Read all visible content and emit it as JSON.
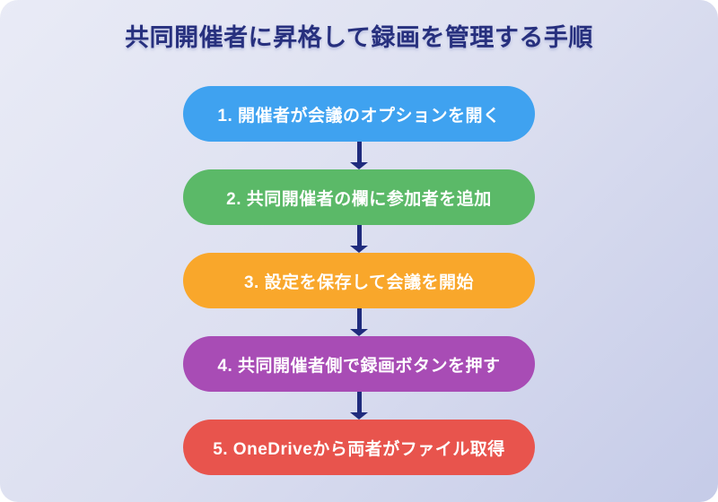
{
  "title": "共同開催者に昇格して録画を管理する手順",
  "colors": {
    "background_start": "#e9ebf6",
    "background_mid": "#dcdff0",
    "background_end": "#c5cbe8",
    "title_text": "#27307e",
    "arrow": "#1f2b7d",
    "step_text": "#ffffff"
  },
  "steps": [
    {
      "label": "1. 開催者が会議のオプションを開く",
      "color": "#3fa2f0"
    },
    {
      "label": "2. 共同開催者の欄に参加者を追加",
      "color": "#5bb968"
    },
    {
      "label": "3. 設定を保存して会議を開始",
      "color": "#f9a72b"
    },
    {
      "label": "4. 共同開催者側で録画ボタンを押す",
      "color": "#a84cb5"
    },
    {
      "label": "5. OneDriveから両者がファイル取得",
      "color": "#e8544d"
    }
  ]
}
